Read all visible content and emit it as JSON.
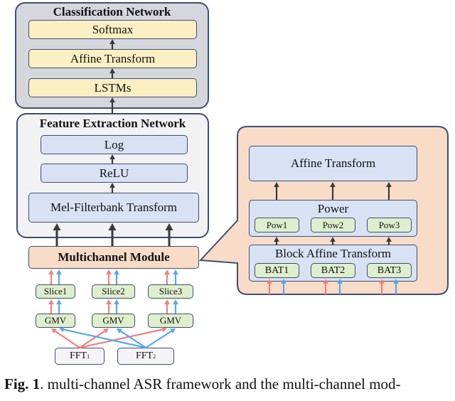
{
  "classification": {
    "title": "Classification Network",
    "softmax": "Softmax",
    "affine": "Affine Transform",
    "lstms": "LSTMs"
  },
  "feature": {
    "title": "Feature Extraction Network",
    "log": "Log",
    "relu": "ReLU",
    "mel": "Mel-Filterbank Transform"
  },
  "multichannel": {
    "label": "Multichannel Module"
  },
  "slices": [
    "Slice1",
    "Slice2",
    "Slice3"
  ],
  "gmv": [
    "GMV",
    "GMV",
    "GMV"
  ],
  "fft": [
    {
      "base": "FFT",
      "sub": "1"
    },
    {
      "base": "FFT",
      "sub": "2"
    }
  ],
  "detail": {
    "affine": "Affine Transform",
    "power": "Power",
    "pows": [
      "Pow1",
      "Pow2",
      "Pow3"
    ],
    "bat_title": "Block Affine Transform",
    "bats": [
      "BAT1",
      "BAT2",
      "BAT3"
    ]
  },
  "caption": {
    "label": "Fig. 1",
    "text": ". multi-channel ASR framework and the multi-channel mod-"
  },
  "colors": {
    "red_arrow": "#f08080",
    "blue_arrow": "#55a8ee",
    "dark_arrow": "#3a3a3a"
  }
}
